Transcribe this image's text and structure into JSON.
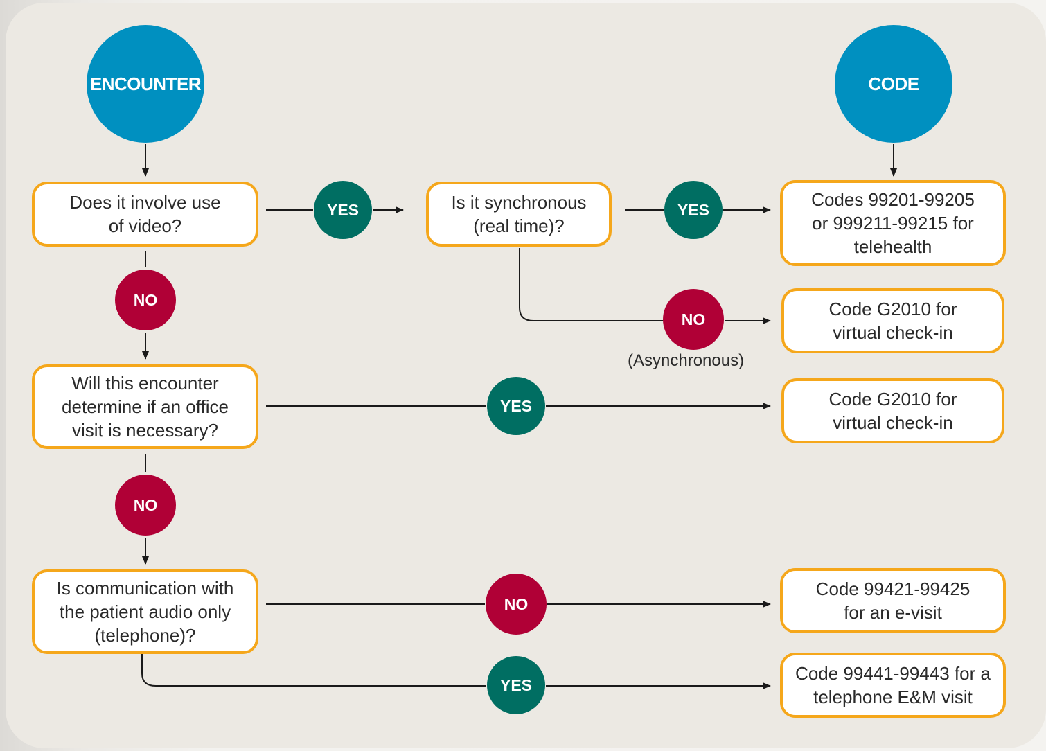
{
  "colors": {
    "encounter_circle": "#0090c0",
    "yes": "#006e62",
    "no": "#b00036",
    "box_border": "#f5a71b"
  },
  "header": {
    "encounter": "ENCOUNTER",
    "code": "CODE"
  },
  "questions": {
    "q1": "Does it involve use of video?",
    "q_sync": "Is it synchronous (real time)?",
    "q2": "Will this encounter determine if an office visit is necessary?",
    "q3": "Is communication with the patient audio only (telephone)?"
  },
  "codes": {
    "telehealth": "Codes 99201-99205 or 999211-99215 for telehealth",
    "checkin_async": "Code G2010 for virtual check-in",
    "checkin_office": "Code G2010 for virtual check-in",
    "evisit": "Code 99421-99425 for an e-visit",
    "telephone": "Code 99441-99443 for a telephone E&M visit"
  },
  "answers": {
    "yes": "YES",
    "no": "NO"
  },
  "notes": {
    "asynchronous": "(Asynchronous)"
  }
}
